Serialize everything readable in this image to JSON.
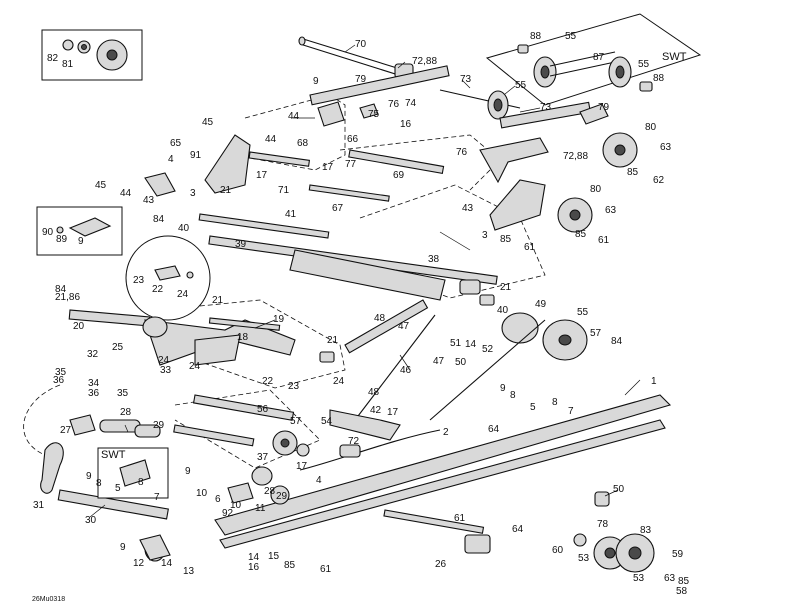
{
  "diagram": {
    "drawing_code": "26Mu0318",
    "variant_tags": [
      "SWT",
      "SWT"
    ],
    "callouts": [
      {
        "id": "c70",
        "text": "70"
      },
      {
        "id": "c72_88a",
        "text": "72,88"
      },
      {
        "id": "c79a",
        "text": "79"
      },
      {
        "id": "c9a",
        "text": "9"
      },
      {
        "id": "c73a",
        "text": "73"
      },
      {
        "id": "c55a",
        "text": "55"
      },
      {
        "id": "c73b",
        "text": "73"
      },
      {
        "id": "c79b",
        "text": "79"
      },
      {
        "id": "c76a",
        "text": "76"
      },
      {
        "id": "c74",
        "text": "74"
      },
      {
        "id": "c75",
        "text": "75"
      },
      {
        "id": "c16a",
        "text": "16"
      },
      {
        "id": "c44a",
        "text": "44"
      },
      {
        "id": "c45a",
        "text": "45"
      },
      {
        "id": "c44b",
        "text": "44"
      },
      {
        "id": "c68",
        "text": "68"
      },
      {
        "id": "c66",
        "text": "66"
      },
      {
        "id": "c77",
        "text": "77"
      },
      {
        "id": "c69",
        "text": "69"
      },
      {
        "id": "c76b",
        "text": "76"
      },
      {
        "id": "c65",
        "text": "65"
      },
      {
        "id": "c91",
        "text": "91"
      },
      {
        "id": "c17a",
        "text": "17"
      },
      {
        "id": "c4a",
        "text": "4"
      },
      {
        "id": "c3a",
        "text": "3"
      },
      {
        "id": "c17b",
        "text": "17"
      },
      {
        "id": "c71",
        "text": "71"
      },
      {
        "id": "c45b",
        "text": "45"
      },
      {
        "id": "c44c",
        "text": "44"
      },
      {
        "id": "c21a",
        "text": "21"
      },
      {
        "id": "c43a",
        "text": "43"
      },
      {
        "id": "c67",
        "text": "67"
      },
      {
        "id": "c84a",
        "text": "84"
      },
      {
        "id": "c40a",
        "text": "40"
      },
      {
        "id": "c41",
        "text": "41"
      },
      {
        "id": "c39",
        "text": "39"
      },
      {
        "id": "c38",
        "text": "38"
      },
      {
        "id": "c88a",
        "text": "88"
      },
      {
        "id": "c55b",
        "text": "55"
      },
      {
        "id": "c87",
        "text": "87"
      },
      {
        "id": "c55c",
        "text": "55"
      },
      {
        "id": "c88b",
        "text": "88"
      },
      {
        "id": "c80a",
        "text": "80"
      },
      {
        "id": "c63a",
        "text": "63"
      },
      {
        "id": "c72_88b",
        "text": "72,88"
      },
      {
        "id": "c85a",
        "text": "85"
      },
      {
        "id": "c62",
        "text": "62"
      },
      {
        "id": "c80b",
        "text": "80"
      },
      {
        "id": "c43b",
        "text": "43"
      },
      {
        "id": "c63b",
        "text": "63"
      },
      {
        "id": "c3b",
        "text": "3"
      },
      {
        "id": "c85b",
        "text": "85"
      },
      {
        "id": "c61a",
        "text": "61"
      },
      {
        "id": "c85c",
        "text": "85"
      },
      {
        "id": "c61b",
        "text": "61"
      },
      {
        "id": "c82",
        "text": "82"
      },
      {
        "id": "c81",
        "text": "81"
      },
      {
        "id": "c90",
        "text": "90"
      },
      {
        "id": "c89",
        "text": "89"
      },
      {
        "id": "c9b",
        "text": "9"
      },
      {
        "id": "c23a",
        "text": "23"
      },
      {
        "id": "c22a",
        "text": "22"
      },
      {
        "id": "c24a",
        "text": "24"
      },
      {
        "id": "c84b",
        "text": "84"
      },
      {
        "id": "c21_86",
        "text": "21,86"
      },
      {
        "id": "c20",
        "text": "20"
      },
      {
        "id": "c21b",
        "text": "21"
      },
      {
        "id": "c19",
        "text": "19"
      },
      {
        "id": "c18",
        "text": "18"
      },
      {
        "id": "c21c",
        "text": "21"
      },
      {
        "id": "c40b",
        "text": "40"
      },
      {
        "id": "c21d",
        "text": "21"
      },
      {
        "id": "c48a",
        "text": "48"
      },
      {
        "id": "c47a",
        "text": "47"
      },
      {
        "id": "c49",
        "text": "49"
      },
      {
        "id": "c55d",
        "text": "55"
      },
      {
        "id": "c57a",
        "text": "57"
      },
      {
        "id": "c84c",
        "text": "84"
      },
      {
        "id": "c51",
        "text": "51"
      },
      {
        "id": "c14a",
        "text": "14"
      },
      {
        "id": "c52",
        "text": "52"
      },
      {
        "id": "c47b",
        "text": "47"
      },
      {
        "id": "c50a",
        "text": "50"
      },
      {
        "id": "c32",
        "text": "32"
      },
      {
        "id": "c25",
        "text": "25"
      },
      {
        "id": "c24b",
        "text": "24"
      },
      {
        "id": "c33",
        "text": "33"
      },
      {
        "id": "c24c",
        "text": "24"
      },
      {
        "id": "c35",
        "text": "35"
      },
      {
        "id": "c36a",
        "text": "36"
      },
      {
        "id": "c34",
        "text": "34"
      },
      {
        "id": "c36b",
        "text": "36"
      },
      {
        "id": "c35b",
        "text": "35"
      },
      {
        "id": "c22b",
        "text": "22"
      },
      {
        "id": "c23b",
        "text": "23"
      },
      {
        "id": "c46",
        "text": "46"
      },
      {
        "id": "c24d",
        "text": "24"
      },
      {
        "id": "c48b",
        "text": "48"
      },
      {
        "id": "c42",
        "text": "42"
      },
      {
        "id": "c17c",
        "text": "17"
      },
      {
        "id": "c56",
        "text": "56"
      },
      {
        "id": "c57b",
        "text": "57"
      },
      {
        "id": "c54",
        "text": "54"
      },
      {
        "id": "c28",
        "text": "28"
      },
      {
        "id": "c27",
        "text": "27"
      },
      {
        "id": "c29a",
        "text": "29"
      },
      {
        "id": "c72",
        "text": "72"
      },
      {
        "id": "c2",
        "text": "2"
      },
      {
        "id": "c64a",
        "text": "64"
      },
      {
        "id": "c1",
        "text": "1"
      },
      {
        "id": "c9c",
        "text": "9"
      },
      {
        "id": "c8a",
        "text": "8"
      },
      {
        "id": "c5a",
        "text": "5"
      },
      {
        "id": "c8b",
        "text": "8"
      },
      {
        "id": "c7a",
        "text": "7"
      },
      {
        "id": "c37",
        "text": "37"
      },
      {
        "id": "c17d",
        "text": "17"
      },
      {
        "id": "c9d",
        "text": "9"
      },
      {
        "id": "c8c",
        "text": "8"
      },
      {
        "id": "c5b",
        "text": "5"
      },
      {
        "id": "c8d",
        "text": "8"
      },
      {
        "id": "c7b",
        "text": "7"
      },
      {
        "id": "c31",
        "text": "31"
      },
      {
        "id": "c9e",
        "text": "9"
      },
      {
        "id": "c10a",
        "text": "10"
      },
      {
        "id": "c6",
        "text": "6"
      },
      {
        "id": "c10b",
        "text": "10"
      },
      {
        "id": "c28b",
        "text": "28"
      },
      {
        "id": "c29b",
        "text": "29"
      },
      {
        "id": "c4b",
        "text": "4"
      },
      {
        "id": "c30",
        "text": "30"
      },
      {
        "id": "c92",
        "text": "92"
      },
      {
        "id": "c11",
        "text": "11"
      },
      {
        "id": "c50b",
        "text": "50"
      },
      {
        "id": "c61c",
        "text": "61"
      },
      {
        "id": "c64b",
        "text": "64"
      },
      {
        "id": "c78",
        "text": "78"
      },
      {
        "id": "c83",
        "text": "83"
      },
      {
        "id": "c9f",
        "text": "9"
      },
      {
        "id": "c12",
        "text": "12"
      },
      {
        "id": "c14b",
        "text": "14"
      },
      {
        "id": "c13",
        "text": "13"
      },
      {
        "id": "c14c",
        "text": "14"
      },
      {
        "id": "c16b",
        "text": "16"
      },
      {
        "id": "c15",
        "text": "15"
      },
      {
        "id": "c85d",
        "text": "85"
      },
      {
        "id": "c61d",
        "text": "61"
      },
      {
        "id": "c26",
        "text": "26"
      },
      {
        "id": "c60",
        "text": "60"
      },
      {
        "id": "c53a",
        "text": "53"
      },
      {
        "id": "c59",
        "text": "59"
      },
      {
        "id": "c53b",
        "text": "53"
      },
      {
        "id": "c63c",
        "text": "63"
      },
      {
        "id": "c85e",
        "text": "85"
      },
      {
        "id": "c58",
        "text": "58"
      }
    ]
  }
}
